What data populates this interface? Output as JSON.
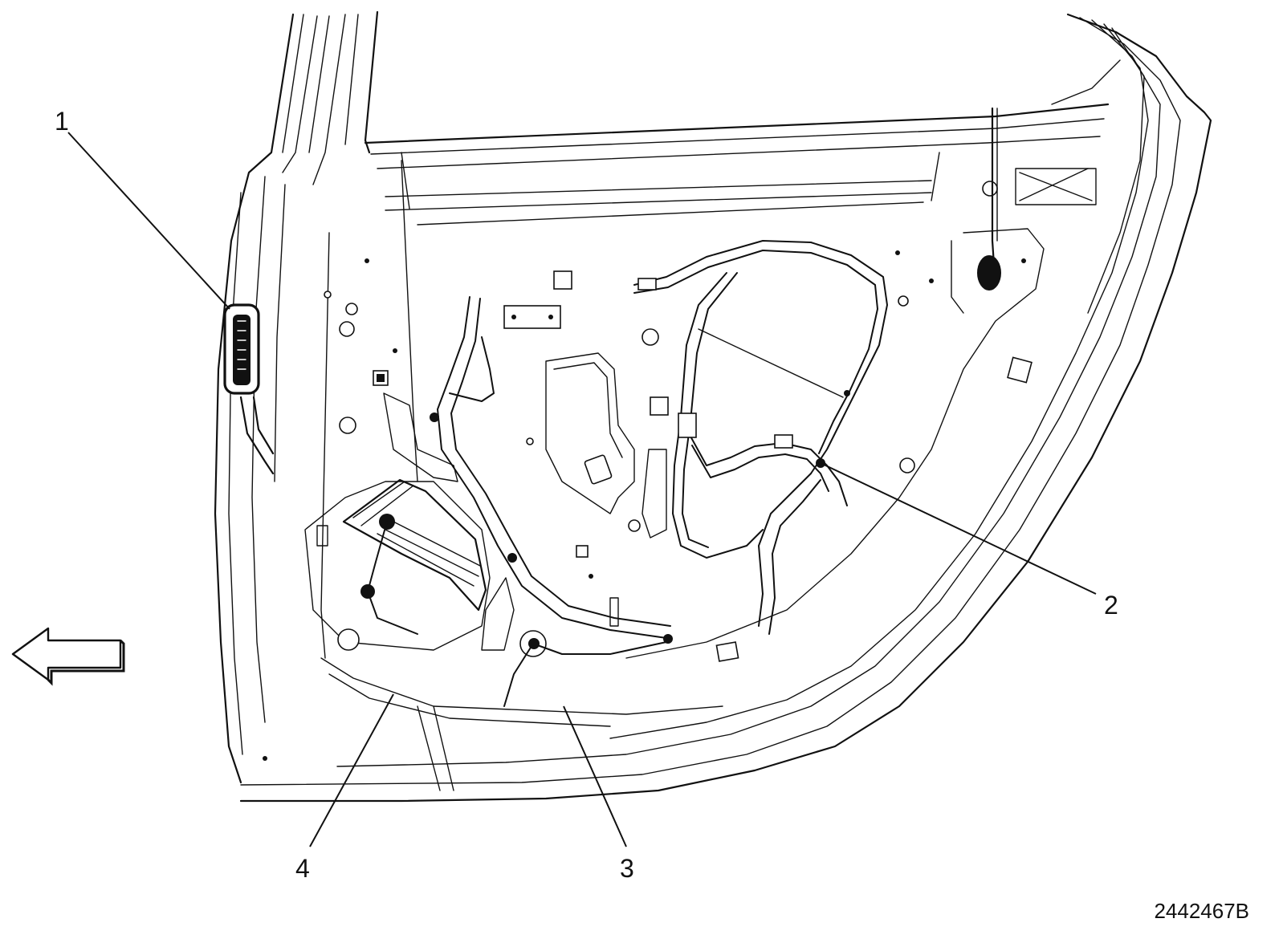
{
  "callouts": {
    "c1": "1",
    "c2": "2",
    "c3": "3",
    "c4": "4"
  },
  "figure_id": "2442467B",
  "icons": {
    "direction_arrow": "left-arrow-icon"
  }
}
